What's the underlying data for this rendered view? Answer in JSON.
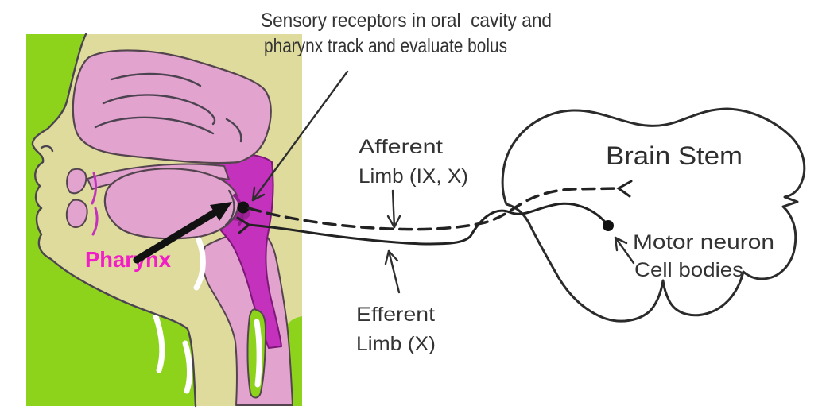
{
  "diagram": {
    "type": "anatomical-pathway-diagram",
    "annotations": {
      "sensory": {
        "line1": "Sensory receptors in oral  cavity and",
        "line2": "pharynx track and evaluate bolus"
      },
      "afferent": {
        "line1": "Afferent",
        "line2": "Limb (IX, X)"
      },
      "efferent": {
        "line1": "Efferent",
        "line2": "Limb (X)"
      },
      "brain_stem": "Brain Stem",
      "motor": {
        "line1": "Motor neuron",
        "line2": "Cell bodies"
      },
      "pharynx": "Pharynx"
    },
    "colors": {
      "page_bg": "#ffffff",
      "head_bg": "#dedb9d",
      "green": "#8dd31c",
      "pink": "#e2a3ce",
      "magenta": "#c331bd",
      "magenta_dark": "#8e1f8a",
      "pharynx_label": "#f11dc6",
      "outline": "#4c4350",
      "nerve_line": "#222222",
      "text": "#333333"
    }
  }
}
